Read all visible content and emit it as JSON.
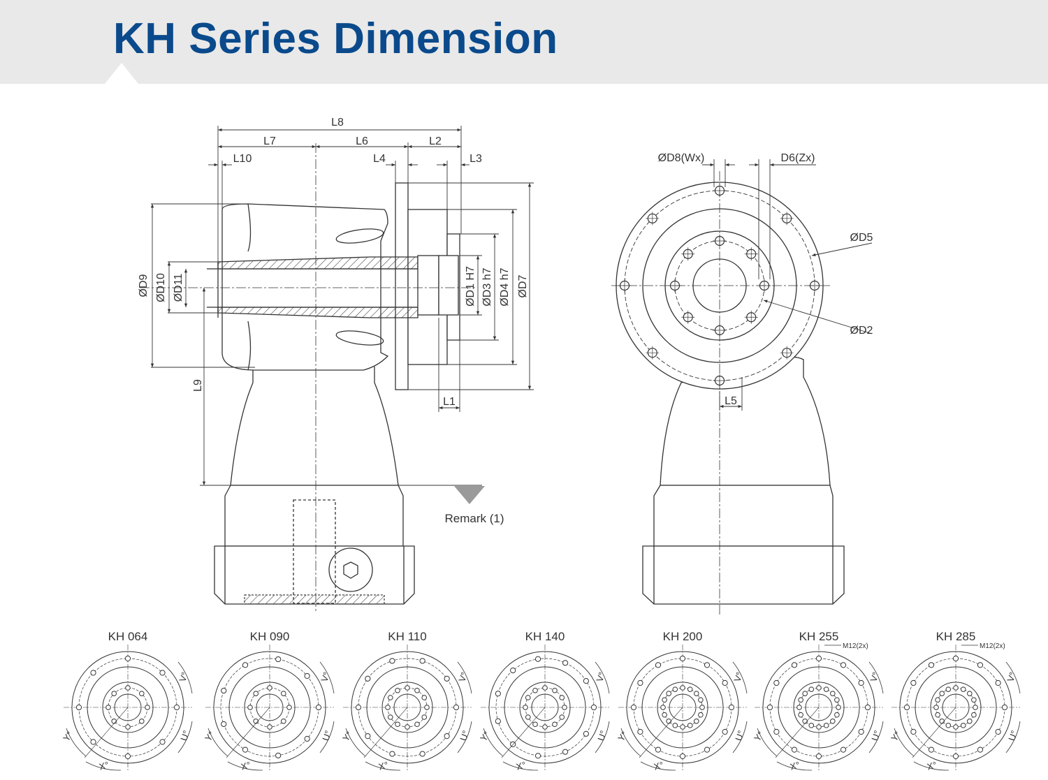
{
  "header": {
    "title": "KH Series Dimension"
  },
  "dimensions": {
    "L8": "L8",
    "L7": "L7",
    "L6": "L6",
    "L2": "L2",
    "L10": "L10",
    "L4": "L4",
    "L3": "L3",
    "L9": "L9",
    "L1": "L1",
    "L5": "L5",
    "D9": "ØD9",
    "D10": "ØD10",
    "D11": "ØD11",
    "D1": "ØD1 H7",
    "D3": "ØD3 h7",
    "D4": "ØD4 h7",
    "D7": "ØD7",
    "D8": "ØD8(Wx)",
    "D6": "D6(Zx)",
    "D5": "ØD5",
    "D2": "ØD2"
  },
  "remark": "Remark (1)",
  "variants": [
    {
      "label": "KH 064",
      "note": ""
    },
    {
      "label": "KH 090",
      "note": ""
    },
    {
      "label": "KH 110",
      "note": ""
    },
    {
      "label": "KH 140",
      "note": ""
    },
    {
      "label": "KH 200",
      "note": ""
    },
    {
      "label": "KH 255",
      "note": "M12(2x)"
    },
    {
      "label": "KH 285",
      "note": "M12(2x)"
    }
  ],
  "angle_labels": {
    "v": "V°",
    "u": "U°",
    "y": "Y°",
    "x": "X°"
  }
}
